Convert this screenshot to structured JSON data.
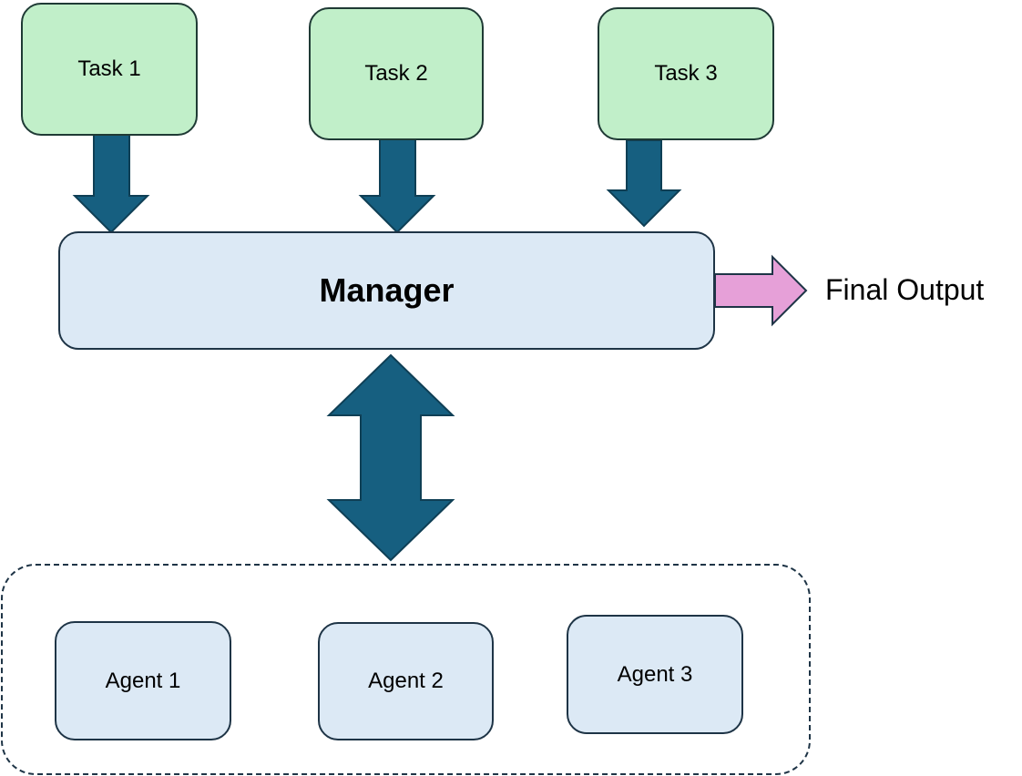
{
  "colors": {
    "task_fill": "#c1efc9",
    "node_fill": "#dce9f5",
    "arrow_fill": "#165f80",
    "output_arrow_fill": "#e6a0d8"
  },
  "tasks": [
    {
      "label": "Task 1"
    },
    {
      "label": "Task 2"
    },
    {
      "label": "Task 3"
    }
  ],
  "manager": {
    "label": "Manager"
  },
  "output": {
    "label": "Final Output"
  },
  "agents": [
    {
      "label": "Agent 1"
    },
    {
      "label": "Agent 2"
    },
    {
      "label": "Agent 3"
    }
  ]
}
